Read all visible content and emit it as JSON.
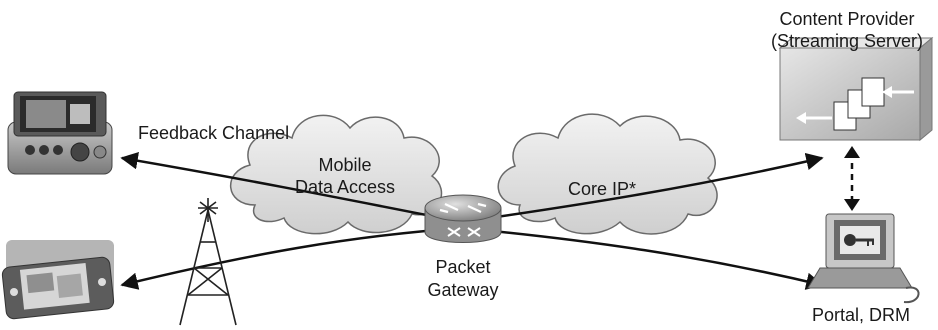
{
  "labels": {
    "content_provider_line1": "Content Provider",
    "content_provider_line2": "(Streaming Server)",
    "feedback_channel": "Feedback Channel",
    "mobile_data_access_line1": "Mobile",
    "mobile_data_access_line2": "Data Access",
    "core_ip": "Core IP*",
    "packet_gateway_line1": "Packet",
    "packet_gateway_line2": "Gateway",
    "portal_drm": "Portal, DRM"
  },
  "colors": {
    "cloud_fill": "#e0e0e0",
    "cloud_stroke": "#6a6a6a",
    "arrow": "#111111",
    "server_box": "#cfcfcf",
    "router": "#a9a9a9"
  },
  "icons": [
    "mobile-phone-icon",
    "handheld-device-icon",
    "cell-tower-icon",
    "router-icon",
    "streaming-server-icon",
    "portal-drm-computer-icon"
  ]
}
